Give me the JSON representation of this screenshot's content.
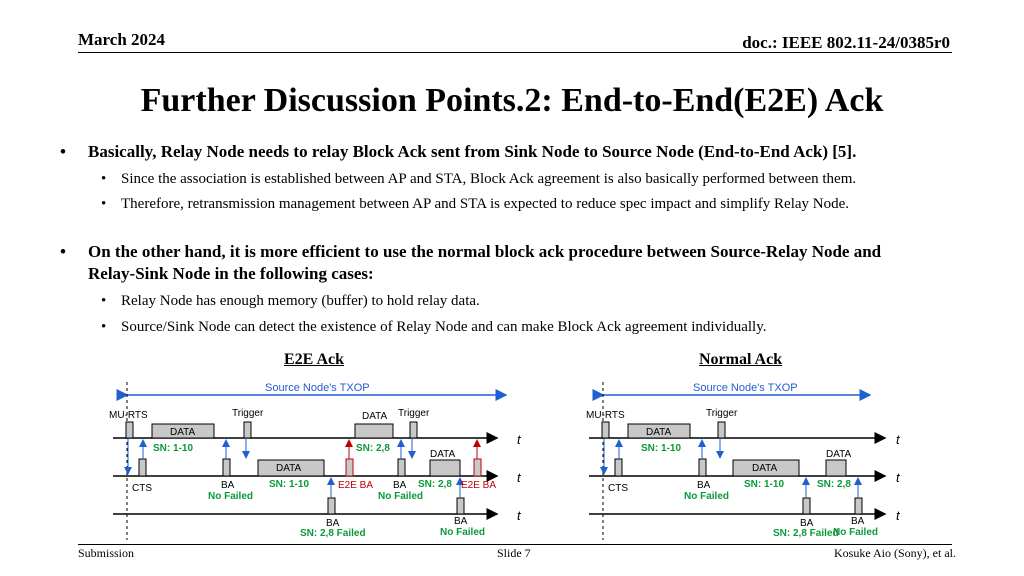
{
  "header": {
    "date": "March 2024",
    "doc": "doc.: IEEE 802.11-24/0385r0"
  },
  "title": "Further Discussion Points.2: End-to-End(E2E) Ack",
  "bullets": [
    {
      "text": "Basically, Relay Node needs to relay Block Ack sent from Sink Node to Source Node (End-to-End Ack) [5].",
      "sub": [
        "Since the association is established between AP and STA, Block Ack agreement is also basically performed between them.",
        "Therefore, retransmission management between AP and STA is expected to reduce spec impact and simplify Relay Node."
      ]
    },
    {
      "text_line1": "On the other hand, it is more efficient to use the normal block ack procedure between Source-Relay Node and",
      "text_line2": "Relay-Sink Node in the following cases:",
      "sub": [
        "Relay Node has enough memory (buffer) to hold relay data.",
        "Source/Sink Node can detect the existence of Relay Node and can make Block Ack agreement individually."
      ]
    }
  ],
  "diagrams": {
    "e2e": {
      "caption": "E2E Ack",
      "txop": "Source Node's TXOP",
      "mu_rts": "MU-RTS",
      "cts": "CTS",
      "trigger1": "Trigger",
      "trigger2": "Trigger",
      "data1": "DATA",
      "sn1": "SN: 1-10",
      "data2": "DATA",
      "sn2": "SN: 1-10",
      "data3": "DATA",
      "sn3": "SN: 2,8",
      "data4": "DATA",
      "sn4": "SN: 2,8",
      "ba1": "BA",
      "ba1_status": "No Failed",
      "e2eba1": "E2E BA",
      "ba2": "BA",
      "ba2_status": "SN: 2,8 Failed",
      "ba3": "BA",
      "ba3_status": "No Failed",
      "e2eba2": "E2E BA",
      "ba4": "BA",
      "ba4_status": "No Failed",
      "t": "t"
    },
    "normal": {
      "caption": "Normal Ack",
      "txop": "Source Node's TXOP",
      "mu_rts": "MU-RTS",
      "cts": "CTS",
      "trigger1": "Trigger",
      "data1": "DATA",
      "sn1": "SN: 1-10",
      "data2": "DATA",
      "sn2": "SN: 1-10",
      "data3": "DATA",
      "sn3": "SN: 2,8",
      "ba1": "BA",
      "ba1_status": "No Failed",
      "ba2": "BA",
      "ba2_status": "SN: 2,8 Failed",
      "ba3": "BA",
      "ba3_status": "No Failed",
      "t": "t"
    }
  },
  "footer": {
    "left": "Submission",
    "center": "Slide 7",
    "right": "Kosuke Aio (Sony), et al."
  },
  "colors": {
    "txop": "#1f5fd0",
    "frame_fill": "#c8c8c8",
    "sn_green": "#0a9a3a",
    "e2e_red": "#c00000",
    "arrow_blue": "#1f5fd0"
  }
}
